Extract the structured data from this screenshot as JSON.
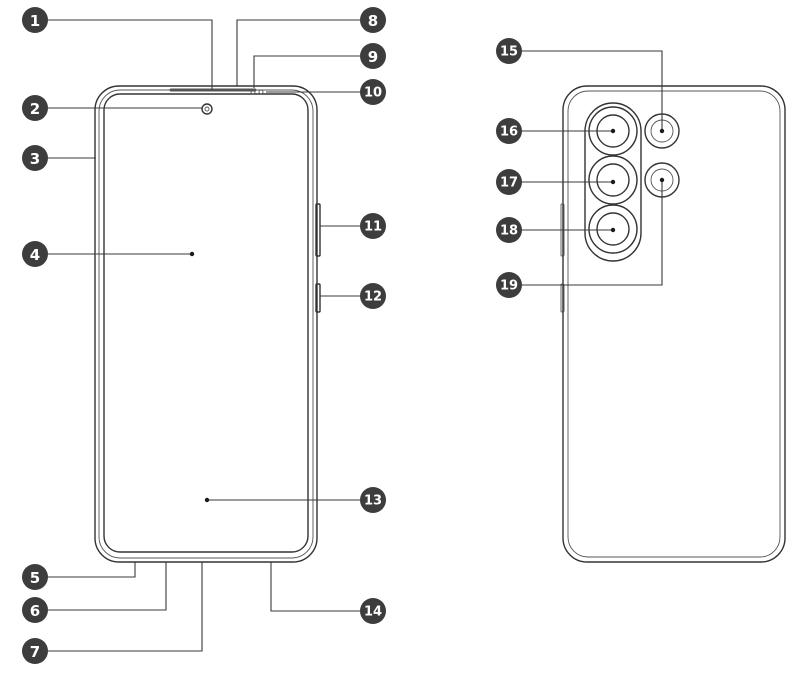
{
  "callouts": [
    {
      "number": "1"
    },
    {
      "number": "2"
    },
    {
      "number": "3"
    },
    {
      "number": "4"
    },
    {
      "number": "5"
    },
    {
      "number": "6"
    },
    {
      "number": "7"
    },
    {
      "number": "8"
    },
    {
      "number": "9"
    },
    {
      "number": "10"
    },
    {
      "number": "11"
    },
    {
      "number": "12"
    },
    {
      "number": "13"
    },
    {
      "number": "14"
    },
    {
      "number": "15"
    },
    {
      "number": "16"
    },
    {
      "number": "17"
    },
    {
      "number": "18"
    },
    {
      "number": "19"
    }
  ],
  "colors": {
    "badge": "#3d3d3d",
    "badge_text": "#ffffff",
    "outline": "#333333"
  }
}
